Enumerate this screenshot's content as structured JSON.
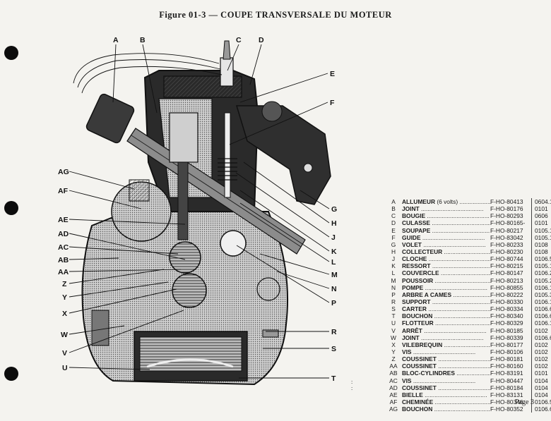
{
  "title": "Figure 01-3 — COUPE TRANSVERSALE DU MOTEUR",
  "page_label": "Page 3",
  "diagram_labels": {
    "A": "A",
    "B": "B",
    "C": "C",
    "D": "D",
    "E": "E",
    "F": "F",
    "G": "G",
    "H": "H",
    "J": "J",
    "K": "K",
    "L": "L",
    "M": "M",
    "N": "N",
    "P": "P",
    "R": "R",
    "S": "S",
    "T": "T",
    "U": "U",
    "V": "V",
    "W": "W",
    "X": "X",
    "Y": "Y",
    "Z": "Z",
    "AA": "AA",
    "AB": "AB",
    "AC": "AC",
    "AD": "AD",
    "AE": "AE",
    "AF": "AF",
    "AG": "AG"
  },
  "legend": [
    {
      "code": "A",
      "name": "ALLUMEUR",
      "note": "(6 volts)",
      "ref": "F-HO-80413",
      "num": "0604.1"
    },
    {
      "code": "B",
      "name": "JOINT",
      "ref": "F-HO-80176",
      "num": "0101"
    },
    {
      "code": "C",
      "name": "BOUGIE",
      "ref": "F-HO-80293",
      "num": "0606"
    },
    {
      "code": "D",
      "name": "CULASSE",
      "ref": "F-HO-80165-",
      "num": "0101"
    },
    {
      "code": "E",
      "name": "SOUPAPE",
      "ref": "F-HO-80217",
      "num": "0105.1"
    },
    {
      "code": "F",
      "name": "GUIDE",
      "ref": "F-HO-83042",
      "num": "0105.1"
    },
    {
      "code": "G",
      "name": "VOLET",
      "ref": "F-HO-80233",
      "num": "0108"
    },
    {
      "code": "H",
      "name": "COLLECTEUR",
      "ref": "F-HO-80230",
      "num": "0108"
    },
    {
      "code": "J",
      "name": "CLOCHE",
      "ref": "F-HO-80744",
      "num": "0106.5"
    },
    {
      "code": "K",
      "name": "RESSORT",
      "ref": "F-HO-80215",
      "num": "0105.1"
    },
    {
      "code": "L",
      "name": "COUVERCLE",
      "ref": "F-HO-80147",
      "num": "0106.2"
    },
    {
      "code": "M",
      "name": "POUSSOIR",
      "ref": "F-HO-80213",
      "num": "0105.2"
    },
    {
      "code": "N",
      "name": "POMPE",
      "ref": "F-HO-80855",
      "num": "0106.1"
    },
    {
      "code": "P",
      "name": "ARBRE A CAMES",
      "ref": "F-HO-80222",
      "num": "0105.3"
    },
    {
      "code": "R",
      "name": "SUPPORT",
      "ref": "F-HO-80330",
      "num": "0106.1"
    },
    {
      "code": "S",
      "name": "CARTER",
      "ref": "F-HO-80334",
      "num": "0106.6"
    },
    {
      "code": "T",
      "name": "BOUCHON",
      "ref": "F-HO-80340",
      "num": "0106.6"
    },
    {
      "code": "U",
      "name": "FLOTTEUR",
      "ref": "F-HO-80329",
      "num": "0106.1"
    },
    {
      "code": "V",
      "name": "ARRÊT",
      "ref": "F-HO-80185",
      "num": "0102"
    },
    {
      "code": "W",
      "name": "JOINT",
      "ref": "F-HO-80339",
      "num": "0106.6"
    },
    {
      "code": "X",
      "name": "VILEBREQUIN",
      "ref": "F-HO-80177",
      "num": "0102"
    },
    {
      "code": "Y",
      "name": "VIS",
      "ref": "F-HO-80106",
      "num": "0102"
    },
    {
      "code": "Z",
      "name": "COUSSINET",
      "ref": "F-HO-80181",
      "num": "0102"
    },
    {
      "code": "AA",
      "name": "COUSSINET",
      "ref": "F-HO-80160",
      "num": "0102"
    },
    {
      "code": "AB",
      "name": "BLOC-CYLINDRES",
      "ref": "F-HO-83191",
      "num": "0101"
    },
    {
      "code": "AC",
      "name": "VIS",
      "ref": "F-HO-80447",
      "num": "0104"
    },
    {
      "code": "AD",
      "name": "COUSSINET",
      "ref": "F-HO-80184",
      "num": "0104"
    },
    {
      "code": "AE",
      "name": "BIELLE",
      "ref": "F-HO-83131",
      "num": "0104"
    },
    {
      "code": "AF",
      "name": "CHEMINÉE",
      "ref": "F-HO-80346",
      "num": "0106.5"
    },
    {
      "code": "AG",
      "name": "BOUCHON",
      "ref": "F-HO-80352",
      "num": "0106.6"
    }
  ]
}
